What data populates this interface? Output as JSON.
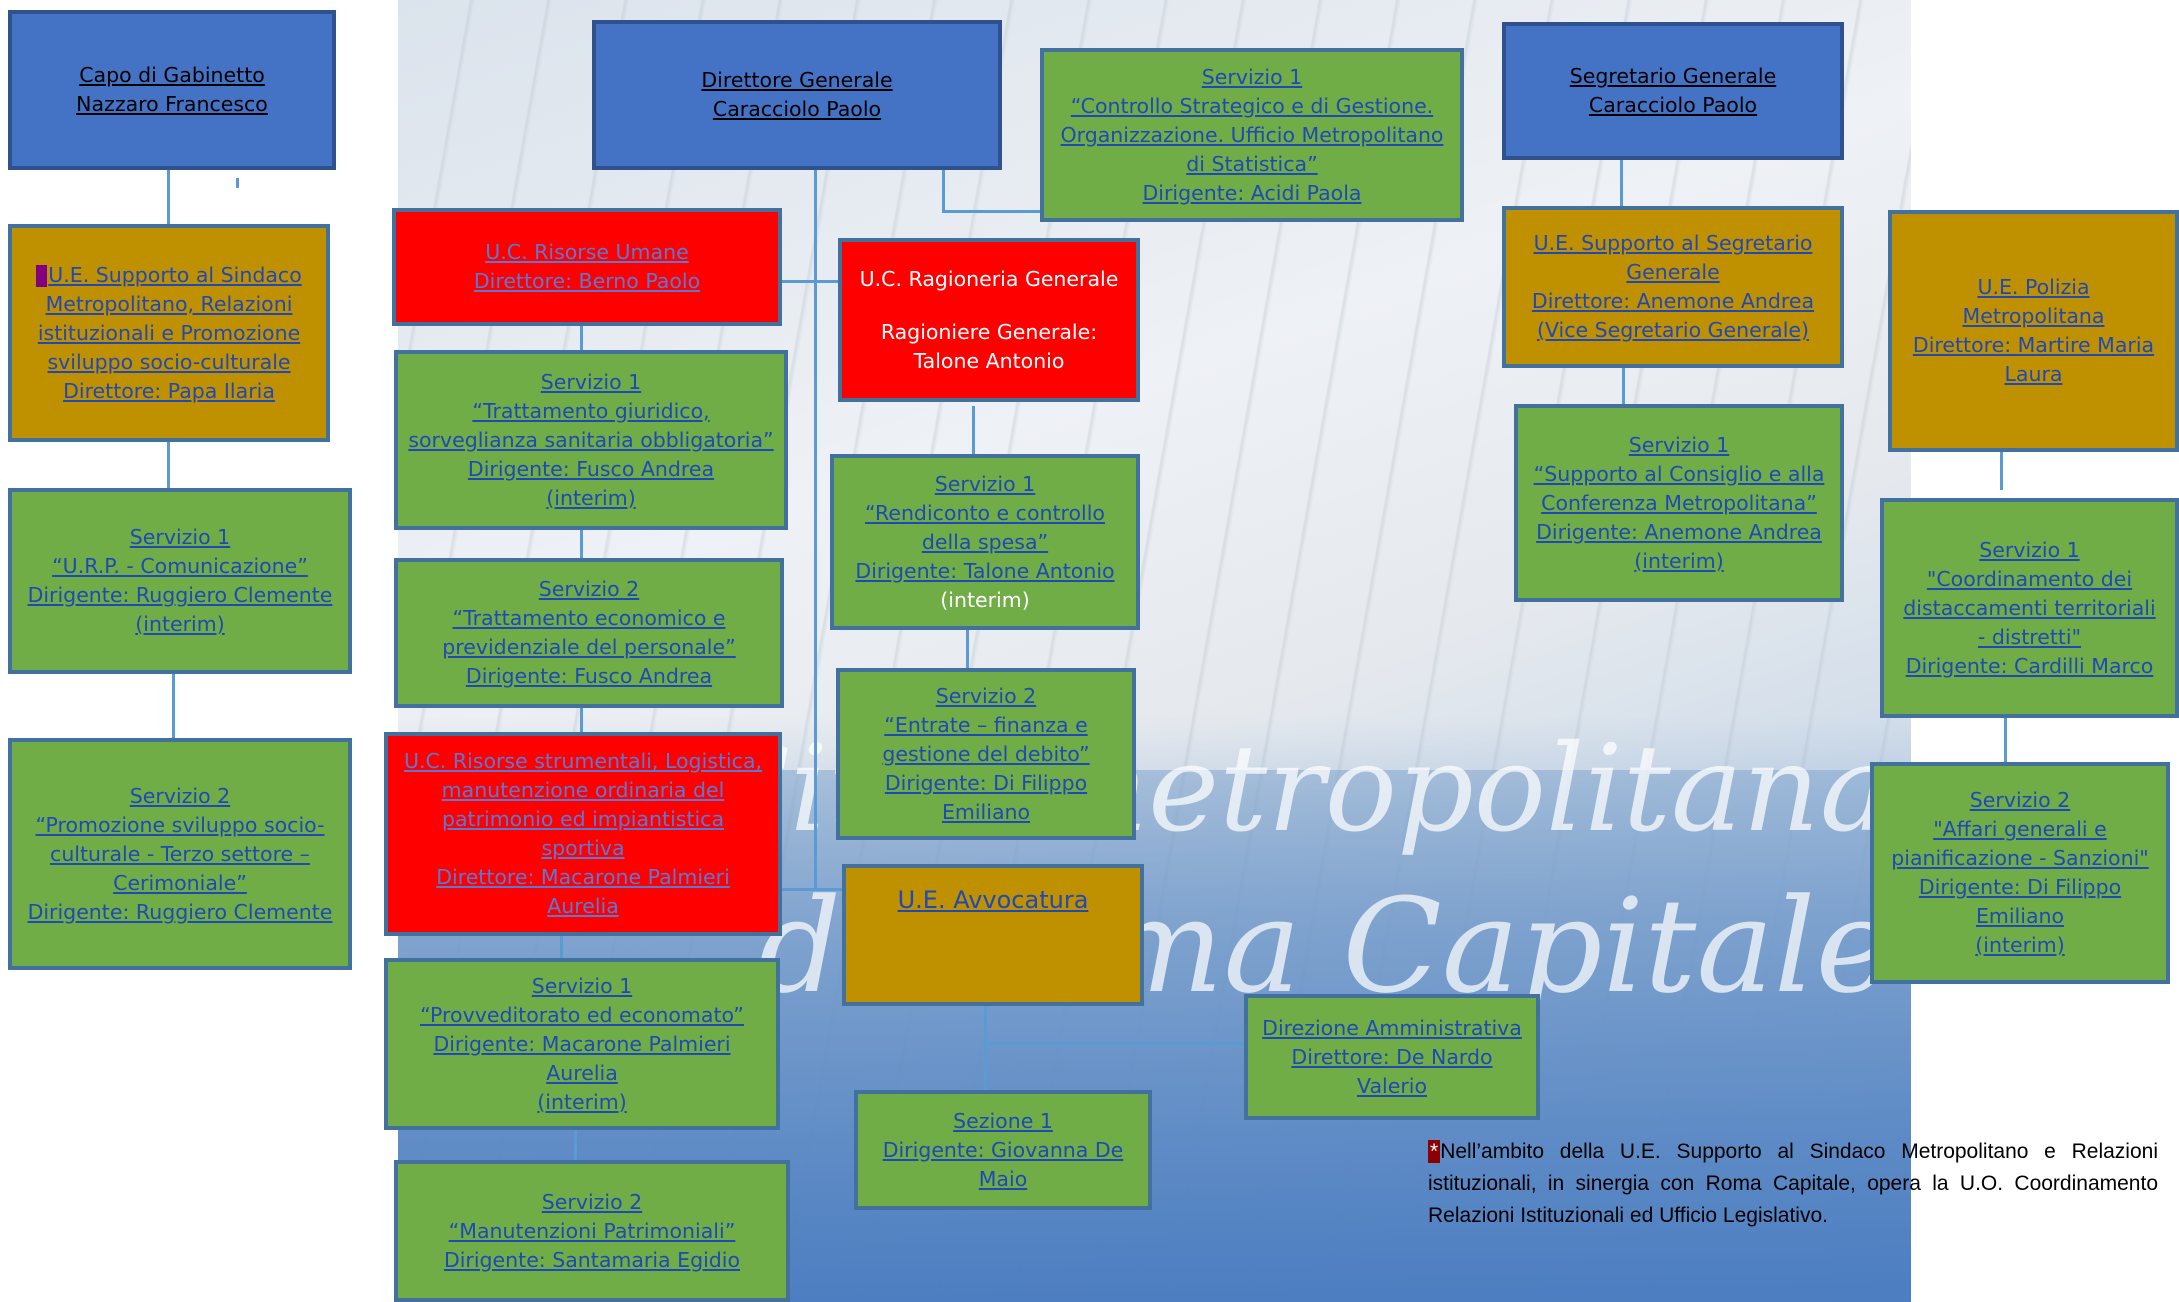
{
  "nodes": {
    "capo_gabinetto": [
      "Capo di Gabinetto",
      "Nazzaro Francesco"
    ],
    "ue_sindaco": [
      "U.E. Supporto al Sindaco",
      "Metropolitano, Relazioni",
      "istituzionali e Promozione",
      "sviluppo socio-culturale",
      "Direttore: Papa Ilaria"
    ],
    "sindaco_s1": [
      "Servizio 1",
      "“U.R.P. - Comunicazione”",
      "Dirigente: Ruggiero Clemente",
      "(interim)"
    ],
    "sindaco_s2": [
      "Servizio 2",
      "“Promozione sviluppo socio-",
      "culturale - Terzo settore –",
      "Cerimoniale”",
      "Dirigente: Ruggiero Clemente"
    ],
    "direttore_generale": [
      "Direttore Generale",
      "Caracciolo Paolo"
    ],
    "uc_risorse_umane": [
      "U.C. Risorse Umane",
      "Direttore: Berno Paolo"
    ],
    "ru_s1": [
      "Servizio 1",
      "“Trattamento giuridico,",
      "sorveglianza sanitaria obbligatoria”",
      "Dirigente: Fusco Andrea",
      "(interim)"
    ],
    "ru_s2": [
      "Servizio 2",
      "“Trattamento economico e",
      "previdenziale del personale”",
      "Dirigente: Fusco Andrea"
    ],
    "uc_risorse_strumentali": [
      "U.C. Risorse strumentali, Logistica,",
      "manutenzione ordinaria del",
      "patrimonio ed impiantistica",
      "sportiva",
      "Direttore: Macarone Palmieri",
      "Aurelia"
    ],
    "rs_s1": [
      "Servizio 1",
      "“Provveditorato ed economato”",
      "Dirigente: Macarone Palmieri",
      "Aurelia",
      "(interim)"
    ],
    "rs_s2": [
      "Servizio 2",
      "“Manutenzioni Patrimoniali”",
      "Dirigente: Santamaria Egidio"
    ],
    "dg_s1": [
      "Servizio 1",
      "“Controllo Strategico e di Gestione.",
      "Organizzazione. Ufficio Metropolitano",
      "di Statistica”",
      "Dirigente: Acidi Paola"
    ],
    "uc_ragioneria": [
      "U.C. Ragioneria Generale",
      "",
      "Ragioniere Generale:",
      "Talone Antonio"
    ],
    "rag_s1": [
      "Servizio 1",
      "“Rendiconto e controllo",
      "della spesa”",
      "Dirigente: Talone Antonio",
      "(interim)"
    ],
    "rag_s2": [
      "Servizio 2",
      "“Entrate – finanza e",
      "gestione del debito”",
      "Dirigente: Di Filippo",
      "Emiliano"
    ],
    "ue_avvocatura": [
      "U.E. Avvocatura"
    ],
    "avv_sez1": [
      "Sezione 1",
      "Dirigente: Giovanna De",
      "Maio"
    ],
    "dir_amministrativa": [
      "Direzione Amministrativa",
      "Direttore:  De Nardo",
      "Valerio"
    ],
    "segretario_generale": [
      "Segretario Generale",
      "Caracciolo Paolo"
    ],
    "ue_segretario": [
      "U.E. Supporto al Segretario",
      "Generale",
      "Direttore: Anemone Andrea",
      "(Vice Segretario Generale)"
    ],
    "seg_s1": [
      "Servizio 1",
      "“Supporto al Consiglio e alla",
      "Conferenza Metropolitana”",
      "Dirigente: Anemone Andrea",
      "(interim)"
    ],
    "ue_polizia": [
      "U.E. Polizia",
      "Metropolitana",
      "Direttore: Martire Maria",
      "Laura"
    ],
    "pol_s1": [
      "Servizio 1",
      "\"Coordinamento dei",
      "distaccamenti territoriali",
      "- distretti\"",
      "Dirigente: Cardilli Marco"
    ],
    "pol_s2": [
      "Servizio 2",
      "\"Affari generali e",
      "pianificazione - Sanzioni\"",
      "Dirigente: Di Filippo",
      "Emiliano",
      "(interim)"
    ]
  },
  "footnote": {
    "asterisk": "*",
    "text": "Nell’ambito della U.E. Supporto al Sindaco Metropolitano e Relazioni istituzionali, in sinergia con Roma Capitale, opera la U.O. Coordinamento Relazioni Istituzionali ed Ufficio Legislativo."
  },
  "watermark": [
    "Città metropolitana",
    "di Roma Capitale"
  ],
  "colors": {
    "blue": "#4472c4",
    "green": "#70ad47",
    "gold": "#bf9000",
    "red": "#ff0000",
    "connector": "#5b9bd5",
    "link": "#1f49b6"
  }
}
